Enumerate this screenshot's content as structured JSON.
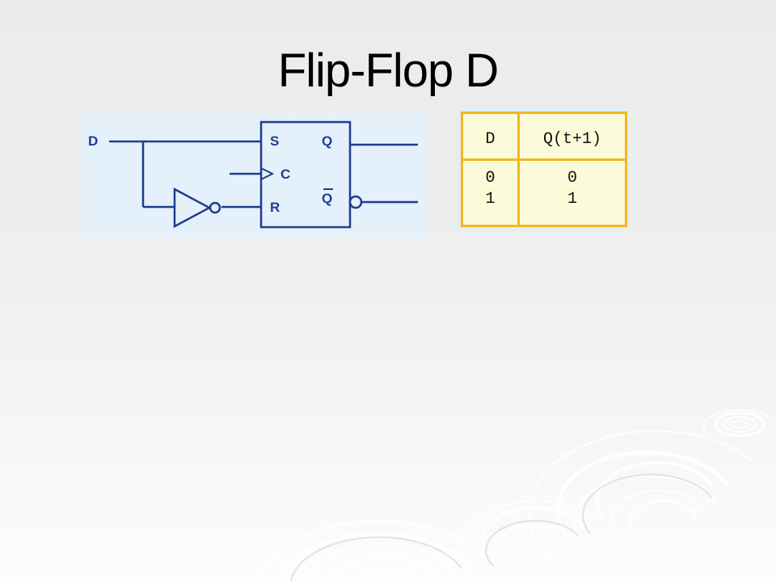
{
  "slide": {
    "title": "Flip-Flop D"
  },
  "diagram": {
    "input_label": "D",
    "ff_inputs": {
      "s": "S",
      "c": "C",
      "r": "R"
    },
    "ff_outputs": {
      "q": "Q",
      "q_bar": "Q"
    },
    "line_color": "#1f3d8c",
    "panel_color": "#e4f1fb"
  },
  "truth_table": {
    "headers": [
      "D",
      "Q(t+1)"
    ],
    "rows": [
      [
        "0",
        "0"
      ],
      [
        "1",
        "1"
      ]
    ],
    "border_color": "#f4b61f",
    "fill_color": "#fbfbd9"
  }
}
